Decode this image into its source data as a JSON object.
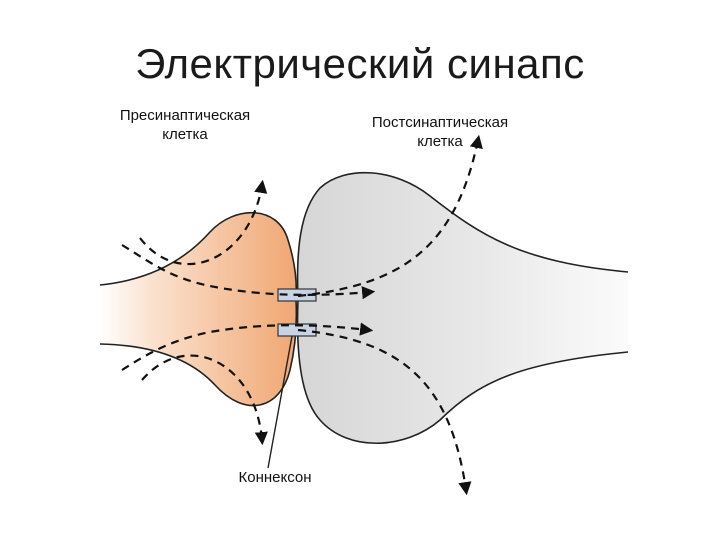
{
  "title": "Электрический синапс",
  "labels": {
    "presynaptic_line1": "Пресинаптическая",
    "presynaptic_line2": "клетка",
    "postsynaptic_line1": "Постсинаптическая",
    "postsynaptic_line2": "клетка",
    "connexon": "Коннексон"
  },
  "colors": {
    "presynaptic_fill": "#f0a772",
    "postsynaptic_fill": "#dcdcdc",
    "connexon_fill": "#c9d3e6",
    "outline": "#222222"
  }
}
